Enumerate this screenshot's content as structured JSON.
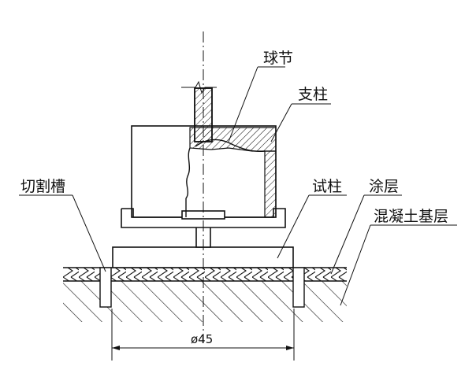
{
  "labels": {
    "ball_joint": "球节",
    "support_post": "支柱",
    "cutting_groove": "切割槽",
    "test_column": "试柱",
    "coating": "涂层",
    "concrete_base": "混凝土基层"
  },
  "dimension": {
    "diameter": "ø45"
  },
  "colors": {
    "line": "#111111",
    "background": "#ffffff"
  }
}
